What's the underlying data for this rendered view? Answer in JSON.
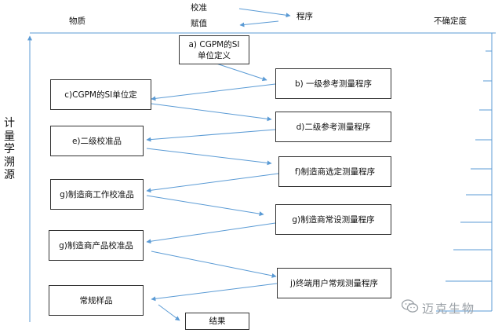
{
  "labels": {
    "material": "物质",
    "calibrate": "校准",
    "assign": "赋值",
    "procedure": "程序",
    "uncertainty": "不确定度",
    "vertical_title": "计量学溯源"
  },
  "boxes": {
    "a": "a) CGPM的SI\n单位定义",
    "b": "b) 一级参考测量程序",
    "c": "c)CGPM的SI单位定",
    "d": "d)二级参考测量程序",
    "e": "e)二级校准品",
    "f": "f)制造商选定测量程序",
    "g1": "g)制造商工作校准品",
    "g2": "g)制造商常设测量程序",
    "g3": "g)制造商产品校准品",
    "j": "j)终端用户常规测量程序",
    "routine": "常规样品",
    "result": "结果"
  },
  "watermark": {
    "text": "迈克生物",
    "icon": "wechat-icon"
  },
  "colors": {
    "arrow": "#5b9bd5",
    "box_border": "#333333",
    "text": "#111111"
  }
}
